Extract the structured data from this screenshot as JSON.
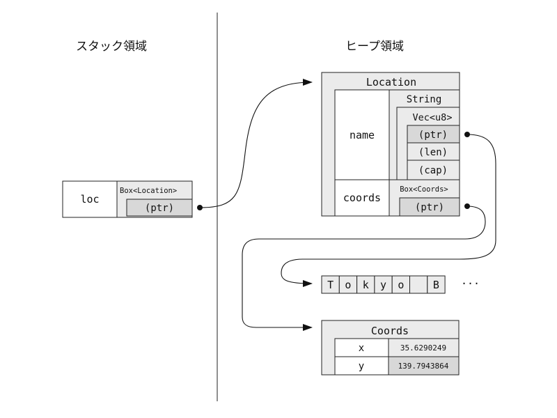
{
  "headings": {
    "stack": "スタック領域",
    "heap": "ヒープ領域"
  },
  "stack": {
    "var_name": "loc",
    "box_type": "Box<Location>",
    "ptr": "(ptr)"
  },
  "location": {
    "title": "Location",
    "string_type": "String",
    "vec_type": "Vec<u8>",
    "name_label": "name",
    "vec_ptr": "(ptr)",
    "vec_len": "(len)",
    "vec_cap": "(cap)",
    "coords_label": "coords",
    "coords_box_type": "Box<Coords>",
    "coords_ptr": "(ptr)"
  },
  "bytes": {
    "cells": [
      "T",
      "o",
      "k",
      "y",
      "o",
      "",
      "B"
    ],
    "ellipsis": "···"
  },
  "coords": {
    "title": "Coords",
    "x_label": "x",
    "x_value": "35.6290249",
    "y_label": "y",
    "y_value": "139.7943864"
  },
  "colors": {
    "panel": "#ebebeb",
    "pointer_cell": "#d8d8d8",
    "white": "#ffffff",
    "line": "#222222"
  }
}
